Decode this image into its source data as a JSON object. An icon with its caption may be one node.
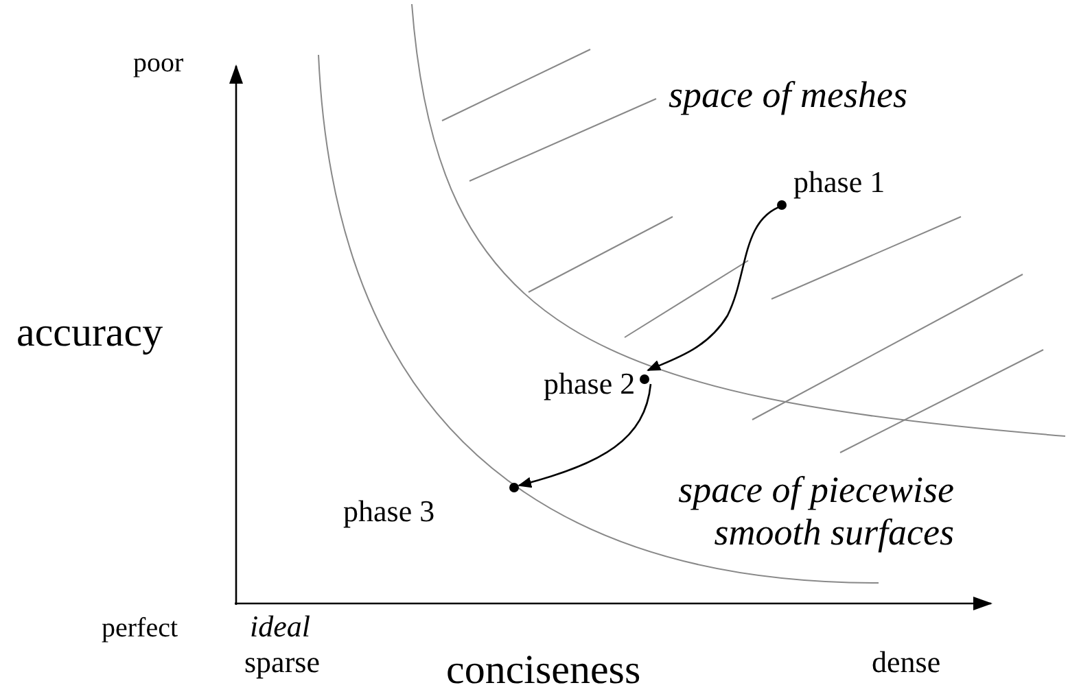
{
  "diagram": {
    "nodes": [
      {
        "text": [
          "phase 1"
        ]
      },
      {
        "text": [
          "phase 2"
        ]
      },
      {
        "text": [
          "phase 3"
        ]
      }
    ],
    "edges": [
      {
        "from": 0,
        "to": 1,
        "arrow": "to"
      },
      {
        "from": 1,
        "to": 2,
        "arrow": "to"
      }
    ],
    "labels": [
      "poor",
      "space of meshes",
      "accuracy",
      "space of piecewise smooth surfaces",
      "perfect",
      "ideal",
      "sparse",
      "dense",
      "conciseness"
    ]
  }
}
